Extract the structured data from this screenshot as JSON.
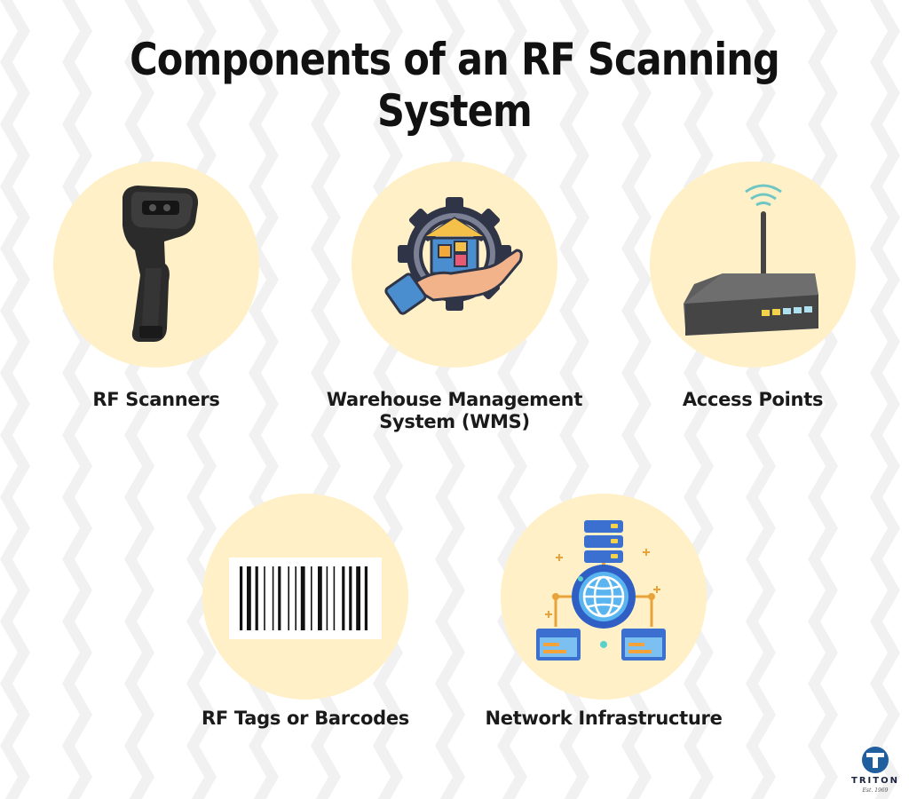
{
  "title": "Components of an RF Scanning System",
  "components": [
    {
      "label": "RF Scanners",
      "icon": "barcode-scanner-icon"
    },
    {
      "label_line1": "Warehouse Management",
      "label_line2": "System (WMS)",
      "icon": "warehouse-gear-hand-icon"
    },
    {
      "label": "Access Points",
      "icon": "wifi-router-icon"
    },
    {
      "label": "RF Tags or Barcodes",
      "icon": "barcode-icon"
    },
    {
      "label": "Network Infrastructure",
      "icon": "network-globe-server-icon"
    }
  ],
  "logo": {
    "name": "TRITON",
    "tagline": "Est. 1969"
  },
  "colors": {
    "circle": "#fff0c8",
    "background_pattern": "#f2f2f2",
    "title": "#111111",
    "logo_blue": "#1f5f9e"
  }
}
